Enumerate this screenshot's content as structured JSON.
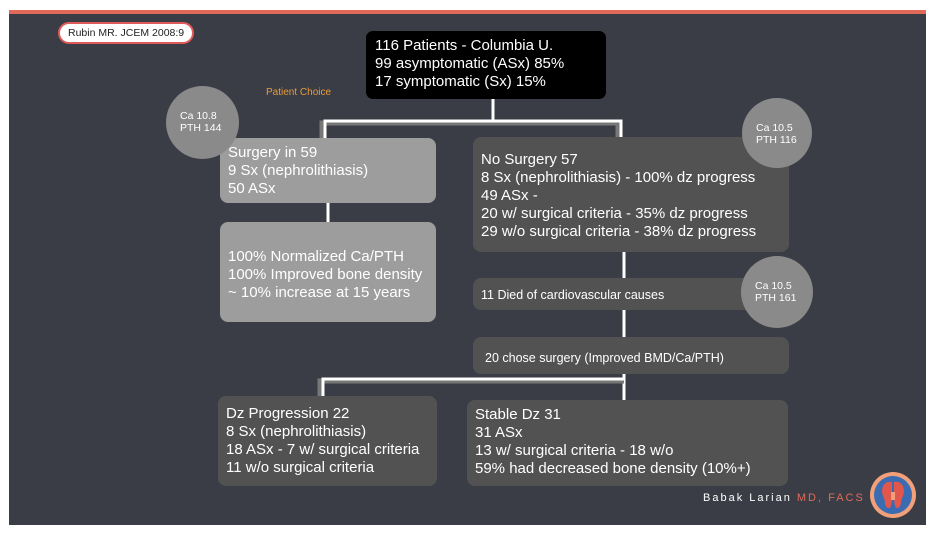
{
  "citation": "Rubin MR. JCEM 2008:9",
  "root": {
    "lines": [
      "116 Patients - Columbia U.",
      "99 asymptomatic (ASx) 85%",
      "17 symptomatic (Sx) 15%"
    ]
  },
  "patient_choice": "Patient Choice",
  "circles": {
    "left": [
      "Ca 10.8",
      "PTH 144"
    ],
    "right_top": [
      "Ca 10.5",
      "PTH 116"
    ],
    "right_mid": [
      "Ca 10.5",
      "PTH 161"
    ]
  },
  "surgery": {
    "lines": [
      "Surgery in 59",
      "9 Sx (nephrolithiasis)",
      "50 ASx"
    ]
  },
  "surgery_outcome": {
    "lines": [
      "100% Normalized Ca/PTH",
      "100% Improved bone density",
      "~ 10% increase at 15 years"
    ]
  },
  "no_surgery": {
    "lines": [
      "No Surgery 57",
      "8 Sx (nephrolithiasis) - 100% dz progress",
      "49 ASx -",
      "20 w/ surgical criteria - 35% dz progress",
      "29 w/o surgical criteria - 38% dz progress"
    ]
  },
  "died": "11 Died of cardiovascular causes",
  "chose_surgery": "20 chose surgery (Improved BMD/Ca/PTH)",
  "dz_progression": {
    "lines": [
      "Dz Progression 22",
      "8 Sx (nephrolithiasis)",
      "18 ASx - 7 w/ surgical criteria",
      "11 w/o surgical criteria"
    ]
  },
  "stable_dz": {
    "lines": [
      "Stable Dz 31",
      "31 ASx",
      "13 w/ surgical criteria - 18 w/o",
      "59% had decreased bone density (10%+)"
    ]
  },
  "footer": {
    "name": "Babak Larian",
    "credentials": "MD, FACS"
  },
  "colors": {
    "background": "#3a3d45",
    "accent_bar": "#e06a5a",
    "light_box": "#9d9d9d",
    "dark_box": "#525252",
    "orange_text": "#e89a3c"
  }
}
